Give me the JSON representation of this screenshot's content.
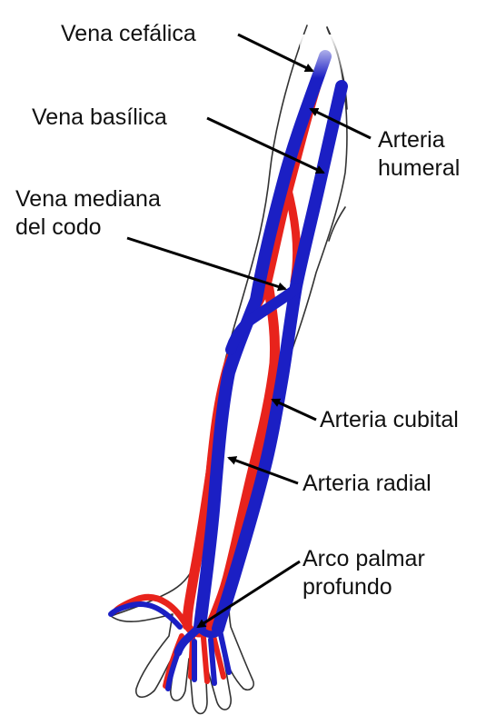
{
  "labels": {
    "vena_cefalica": "Vena cefálica",
    "vena_basilica": "Vena basílica",
    "vena_mediana": [
      "Vena mediana",
      "del codo"
    ],
    "arteria_humeral": [
      "Arteria",
      "humeral"
    ],
    "arteria_cubital": "Arteria cubital",
    "arteria_radial": "Arteria radial",
    "arco_palmar": [
      "Arco palmar",
      "profundo"
    ]
  },
  "colors": {
    "artery": "#e8231c",
    "vein": "#1b1fc4",
    "outline": "#333333",
    "pointer": "#000000"
  }
}
